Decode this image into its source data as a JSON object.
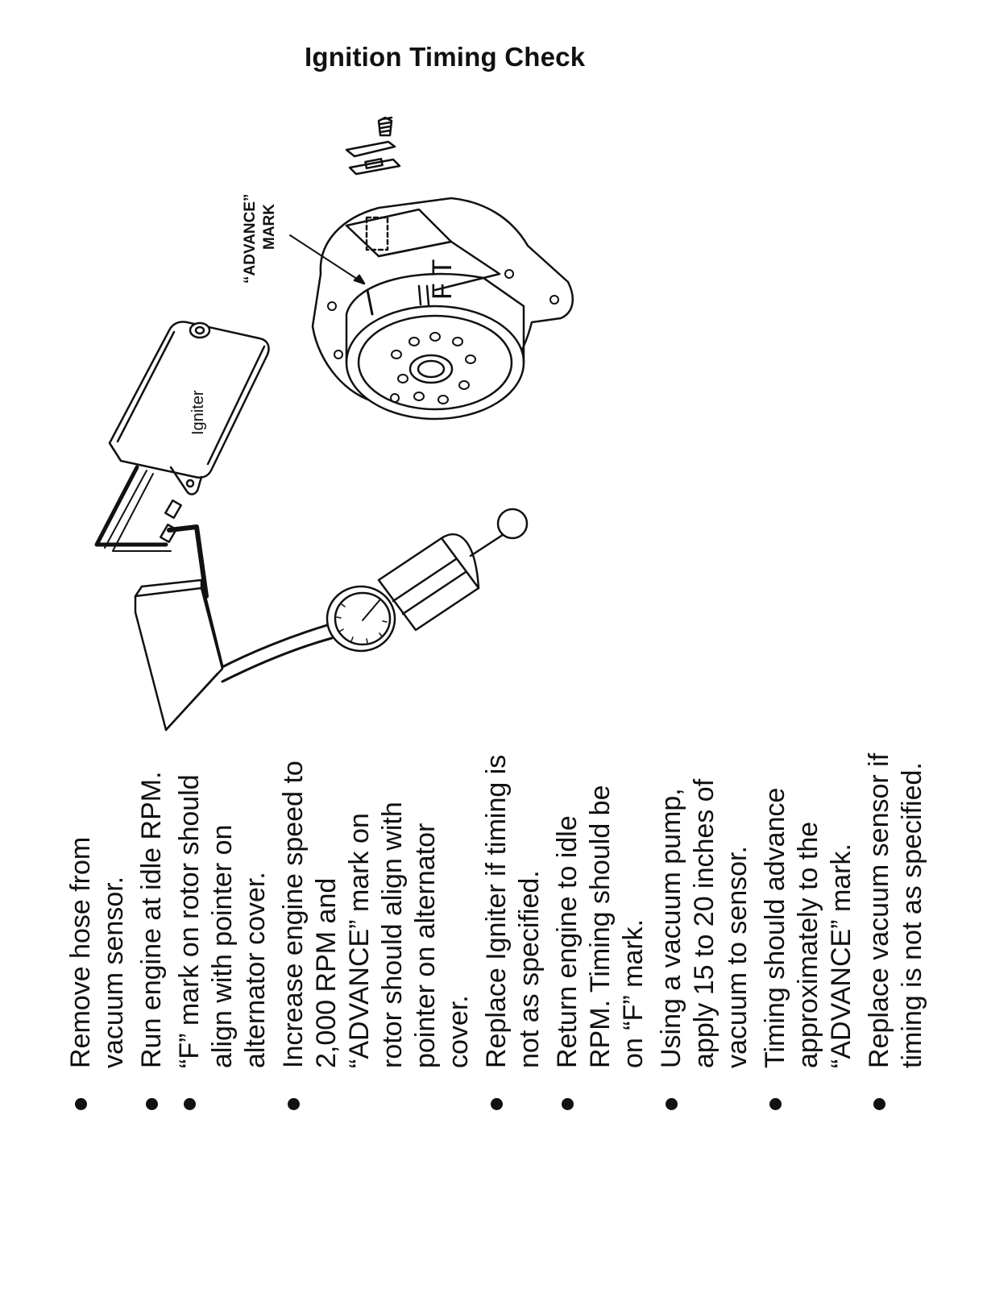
{
  "page": {
    "title": "Ignition Timing Check"
  },
  "diagram": {
    "igniter_label": "Igniter",
    "advance_label_line1": "“ADVANCE”",
    "advance_label_line2": "MARK",
    "rotor_marks": "F T",
    "icons": [
      "screw-icon",
      "gasket-icon",
      "alternator-icon",
      "igniter-box-icon",
      "vacuum-pump-icon",
      "gauge-icon",
      "sensor-block-icon"
    ]
  },
  "steps": [
    "Remove hose from vacuum sensor.",
    "Run engine at idle RPM.",
    "“F” mark on rotor should align with pointer on alternator cover.",
    "Increase engine speed to 2,000 RPM and “ADVANCE” mark on rotor should align with pointer on alternator cover.",
    "Replace Igniter if timing is not as specified.",
    "Return engine to idle RPM. Timing should be on “F” mark.",
    "Using a vacuum pump, apply 15 to 20 inches of vacuum to sensor.",
    "Timing should advance approximately to the “ADVANCE” mark.",
    "Replace vacuum sensor if timing is not as specified."
  ]
}
